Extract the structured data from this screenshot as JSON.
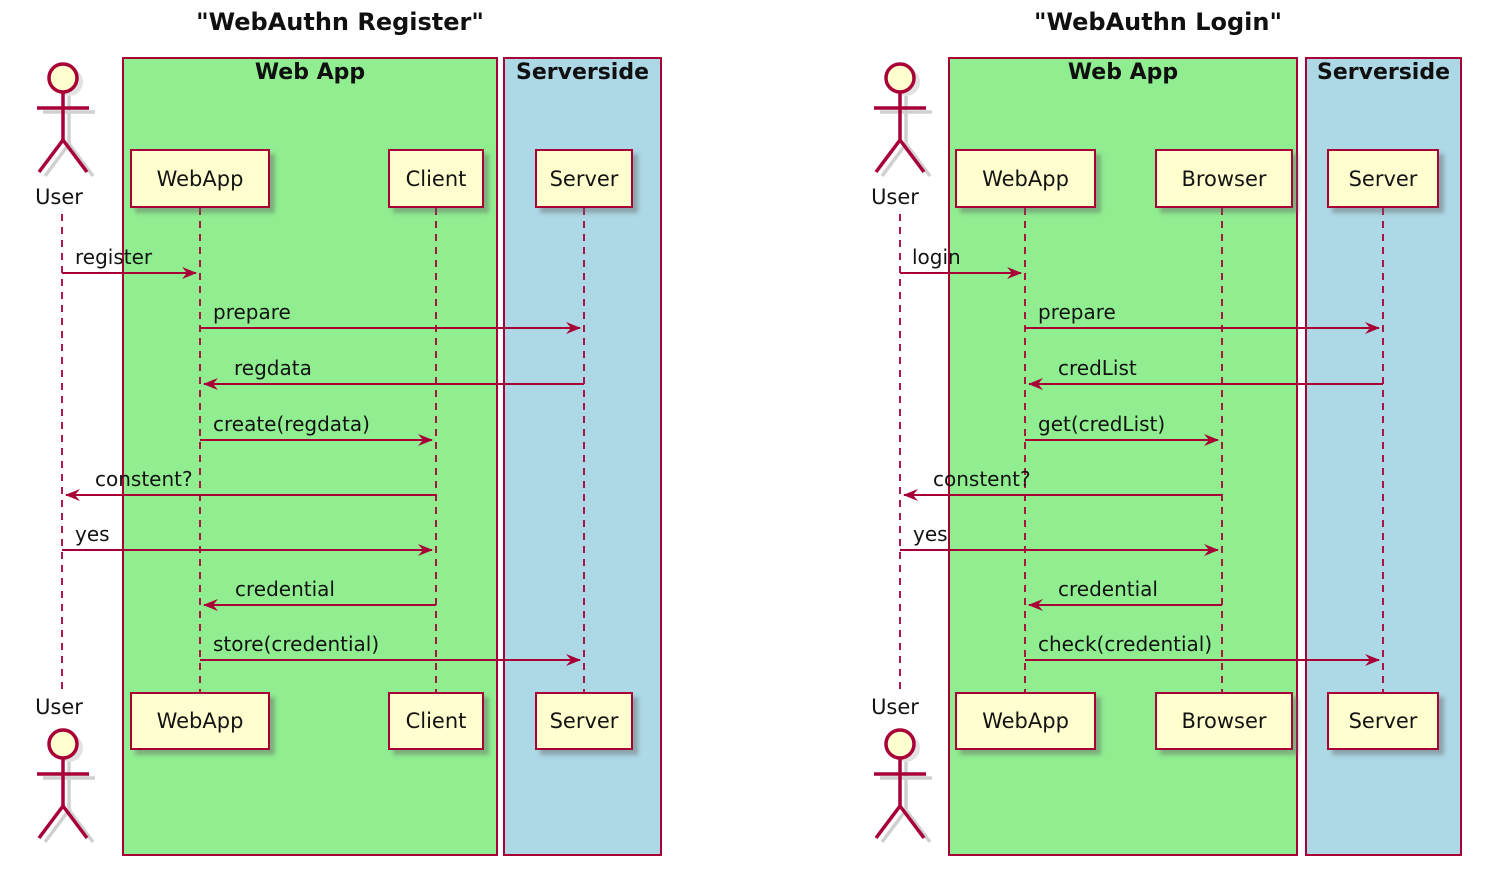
{
  "colors": {
    "accent": "#A80036",
    "webapp_group_fill": "#90EE90",
    "serverside_group_fill": "#ADD8E6",
    "participant_fill": "#FEFECE"
  },
  "diagrams": [
    {
      "title": "\"WebAuthn Register\"",
      "actor": "User",
      "boxes": [
        {
          "label": "Web App"
        },
        {
          "label": "Serverside"
        }
      ],
      "participants": [
        {
          "name": "WebApp"
        },
        {
          "name": "Client"
        },
        {
          "name": "Server"
        }
      ],
      "messages": [
        {
          "label": "register",
          "from": "User",
          "to": "WebApp"
        },
        {
          "label": "prepare",
          "from": "WebApp",
          "to": "Server"
        },
        {
          "label": "regdata",
          "from": "Server",
          "to": "WebApp"
        },
        {
          "label": "create(regdata)",
          "from": "WebApp",
          "to": "Client"
        },
        {
          "label": "constent?",
          "from": "Client",
          "to": "User"
        },
        {
          "label": "yes",
          "from": "User",
          "to": "Client"
        },
        {
          "label": "credential",
          "from": "Client",
          "to": "WebApp"
        },
        {
          "label": "store(credential)",
          "from": "WebApp",
          "to": "Server"
        }
      ]
    },
    {
      "title": "\"WebAuthn Login\"",
      "actor": "User",
      "boxes": [
        {
          "label": "Web App"
        },
        {
          "label": "Serverside"
        }
      ],
      "participants": [
        {
          "name": "WebApp"
        },
        {
          "name": "Browser"
        },
        {
          "name": "Server"
        }
      ],
      "messages": [
        {
          "label": "login",
          "from": "User",
          "to": "WebApp"
        },
        {
          "label": "prepare",
          "from": "WebApp",
          "to": "Server"
        },
        {
          "label": "credList",
          "from": "Server",
          "to": "WebApp"
        },
        {
          "label": "get(credList)",
          "from": "WebApp",
          "to": "Browser"
        },
        {
          "label": "constent?",
          "from": "Browser",
          "to": "User"
        },
        {
          "label": "yes",
          "from": "User",
          "to": "Browser"
        },
        {
          "label": "credential",
          "from": "Browser",
          "to": "WebApp"
        },
        {
          "label": "check(credential)",
          "from": "WebApp",
          "to": "Server"
        }
      ]
    }
  ]
}
